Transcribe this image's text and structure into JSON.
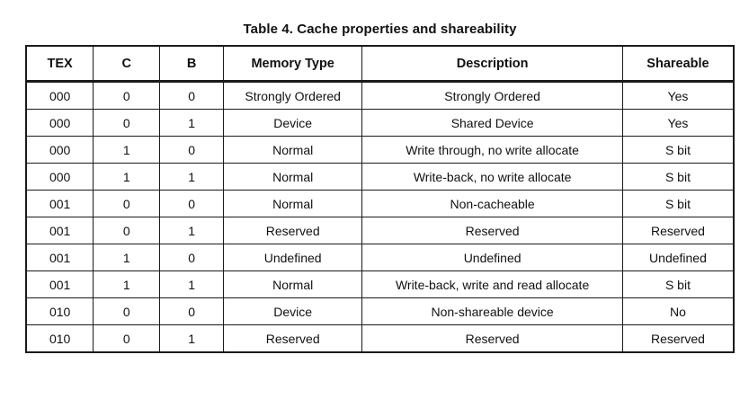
{
  "table": {
    "title": "Table 4. Cache properties and shareability",
    "columns": [
      "TEX",
      "C",
      "B",
      "Memory Type",
      "Description",
      "Shareable"
    ],
    "rows": [
      [
        "000",
        "0",
        "0",
        "Strongly Ordered",
        "Strongly Ordered",
        "Yes"
      ],
      [
        "000",
        "0",
        "1",
        "Device",
        "Shared Device",
        "Yes"
      ],
      [
        "000",
        "1",
        "0",
        "Normal",
        "Write through, no write allocate",
        "S bit"
      ],
      [
        "000",
        "1",
        "1",
        "Normal",
        "Write-back, no write allocate",
        "S bit"
      ],
      [
        "001",
        "0",
        "0",
        "Normal",
        "Non-cacheable",
        "S bit"
      ],
      [
        "001",
        "0",
        "1",
        "Reserved",
        "Reserved",
        "Reserved"
      ],
      [
        "001",
        "1",
        "0",
        "Undefined",
        "Undefined",
        "Undefined"
      ],
      [
        "001",
        "1",
        "1",
        "Normal",
        "Write-back, write and read allocate",
        "S bit"
      ],
      [
        "010",
        "0",
        "0",
        "Device",
        "Non-shareable device",
        "No"
      ],
      [
        "010",
        "0",
        "1",
        "Reserved",
        "Reserved",
        "Reserved"
      ]
    ],
    "colors": {
      "border": "#1a1a1a",
      "text": "#111111",
      "background": "#ffffff"
    }
  }
}
